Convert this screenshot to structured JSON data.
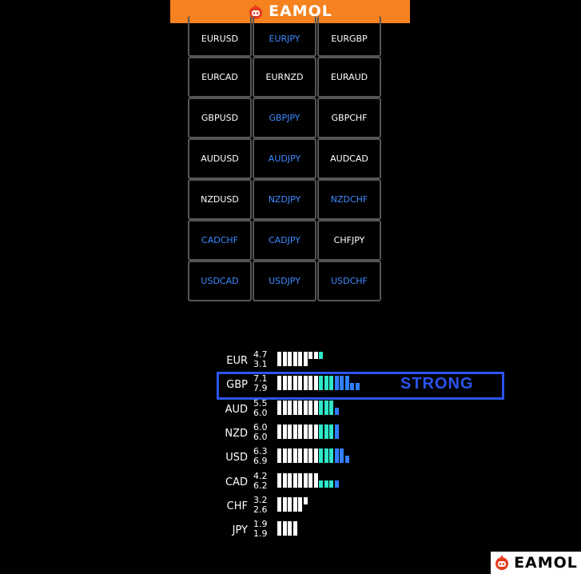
{
  "header": {
    "brand": "EAMOL"
  },
  "pairs": [
    {
      "label": "EURUSD",
      "color": "#ffffff"
    },
    {
      "label": "EURJPY",
      "color": "#3d8bff"
    },
    {
      "label": "EURGBP",
      "color": "#ffffff"
    },
    {
      "label": "EURCAD",
      "color": "#ffffff"
    },
    {
      "label": "EURNZD",
      "color": "#ffffff"
    },
    {
      "label": "EURAUD",
      "color": "#ffffff"
    },
    {
      "label": "GBPUSD",
      "color": "#ffffff"
    },
    {
      "label": "GBPJPY",
      "color": "#3d8bff"
    },
    {
      "label": "GBPCHF",
      "color": "#ffffff"
    },
    {
      "label": "AUDUSD",
      "color": "#ffffff"
    },
    {
      "label": "AUDJPY",
      "color": "#3d8bff"
    },
    {
      "label": "AUDCAD",
      "color": "#ffffff"
    },
    {
      "label": "NZDUSD",
      "color": "#ffffff"
    },
    {
      "label": "NZDJPY",
      "color": "#3d8bff"
    },
    {
      "label": "NZDCHF",
      "color": "#3d8bff"
    },
    {
      "label": "CADCHF",
      "color": "#3d8bff"
    },
    {
      "label": "CADJPY",
      "color": "#3d8bff"
    },
    {
      "label": "CHFJPY",
      "color": "#ffffff"
    },
    {
      "label": "USDCAD",
      "color": "#3d8bff"
    },
    {
      "label": "USDJPY",
      "color": "#3d8bff"
    },
    {
      "label": "USDCHF",
      "color": "#3d8bff"
    }
  ],
  "strength": [
    {
      "currency": "EUR",
      "v1": "4.7",
      "v2": "3.1"
    },
    {
      "currency": "GBP",
      "v1": "7.1",
      "v2": "7.9"
    },
    {
      "currency": "AUD",
      "v1": "5.5",
      "v2": "6.0"
    },
    {
      "currency": "NZD",
      "v1": "6.0",
      "v2": "6.0"
    },
    {
      "currency": "USD",
      "v1": "6.3",
      "v2": "6.9"
    },
    {
      "currency": "CAD",
      "v1": "4.2",
      "v2": "6.2"
    },
    {
      "currency": "CHF",
      "v1": "3.2",
      "v2": "2.6"
    },
    {
      "currency": "JPY",
      "v1": "1.9",
      "v2": "1.9"
    }
  ],
  "highlight_label": "STRONG",
  "colors": {
    "white_seg": "#ffffff",
    "cyan_seg": "#2ee6c8",
    "blue_seg": "#2f7fff",
    "accent": "#2b55f0"
  },
  "corner": {
    "brand": "EAMOL"
  }
}
